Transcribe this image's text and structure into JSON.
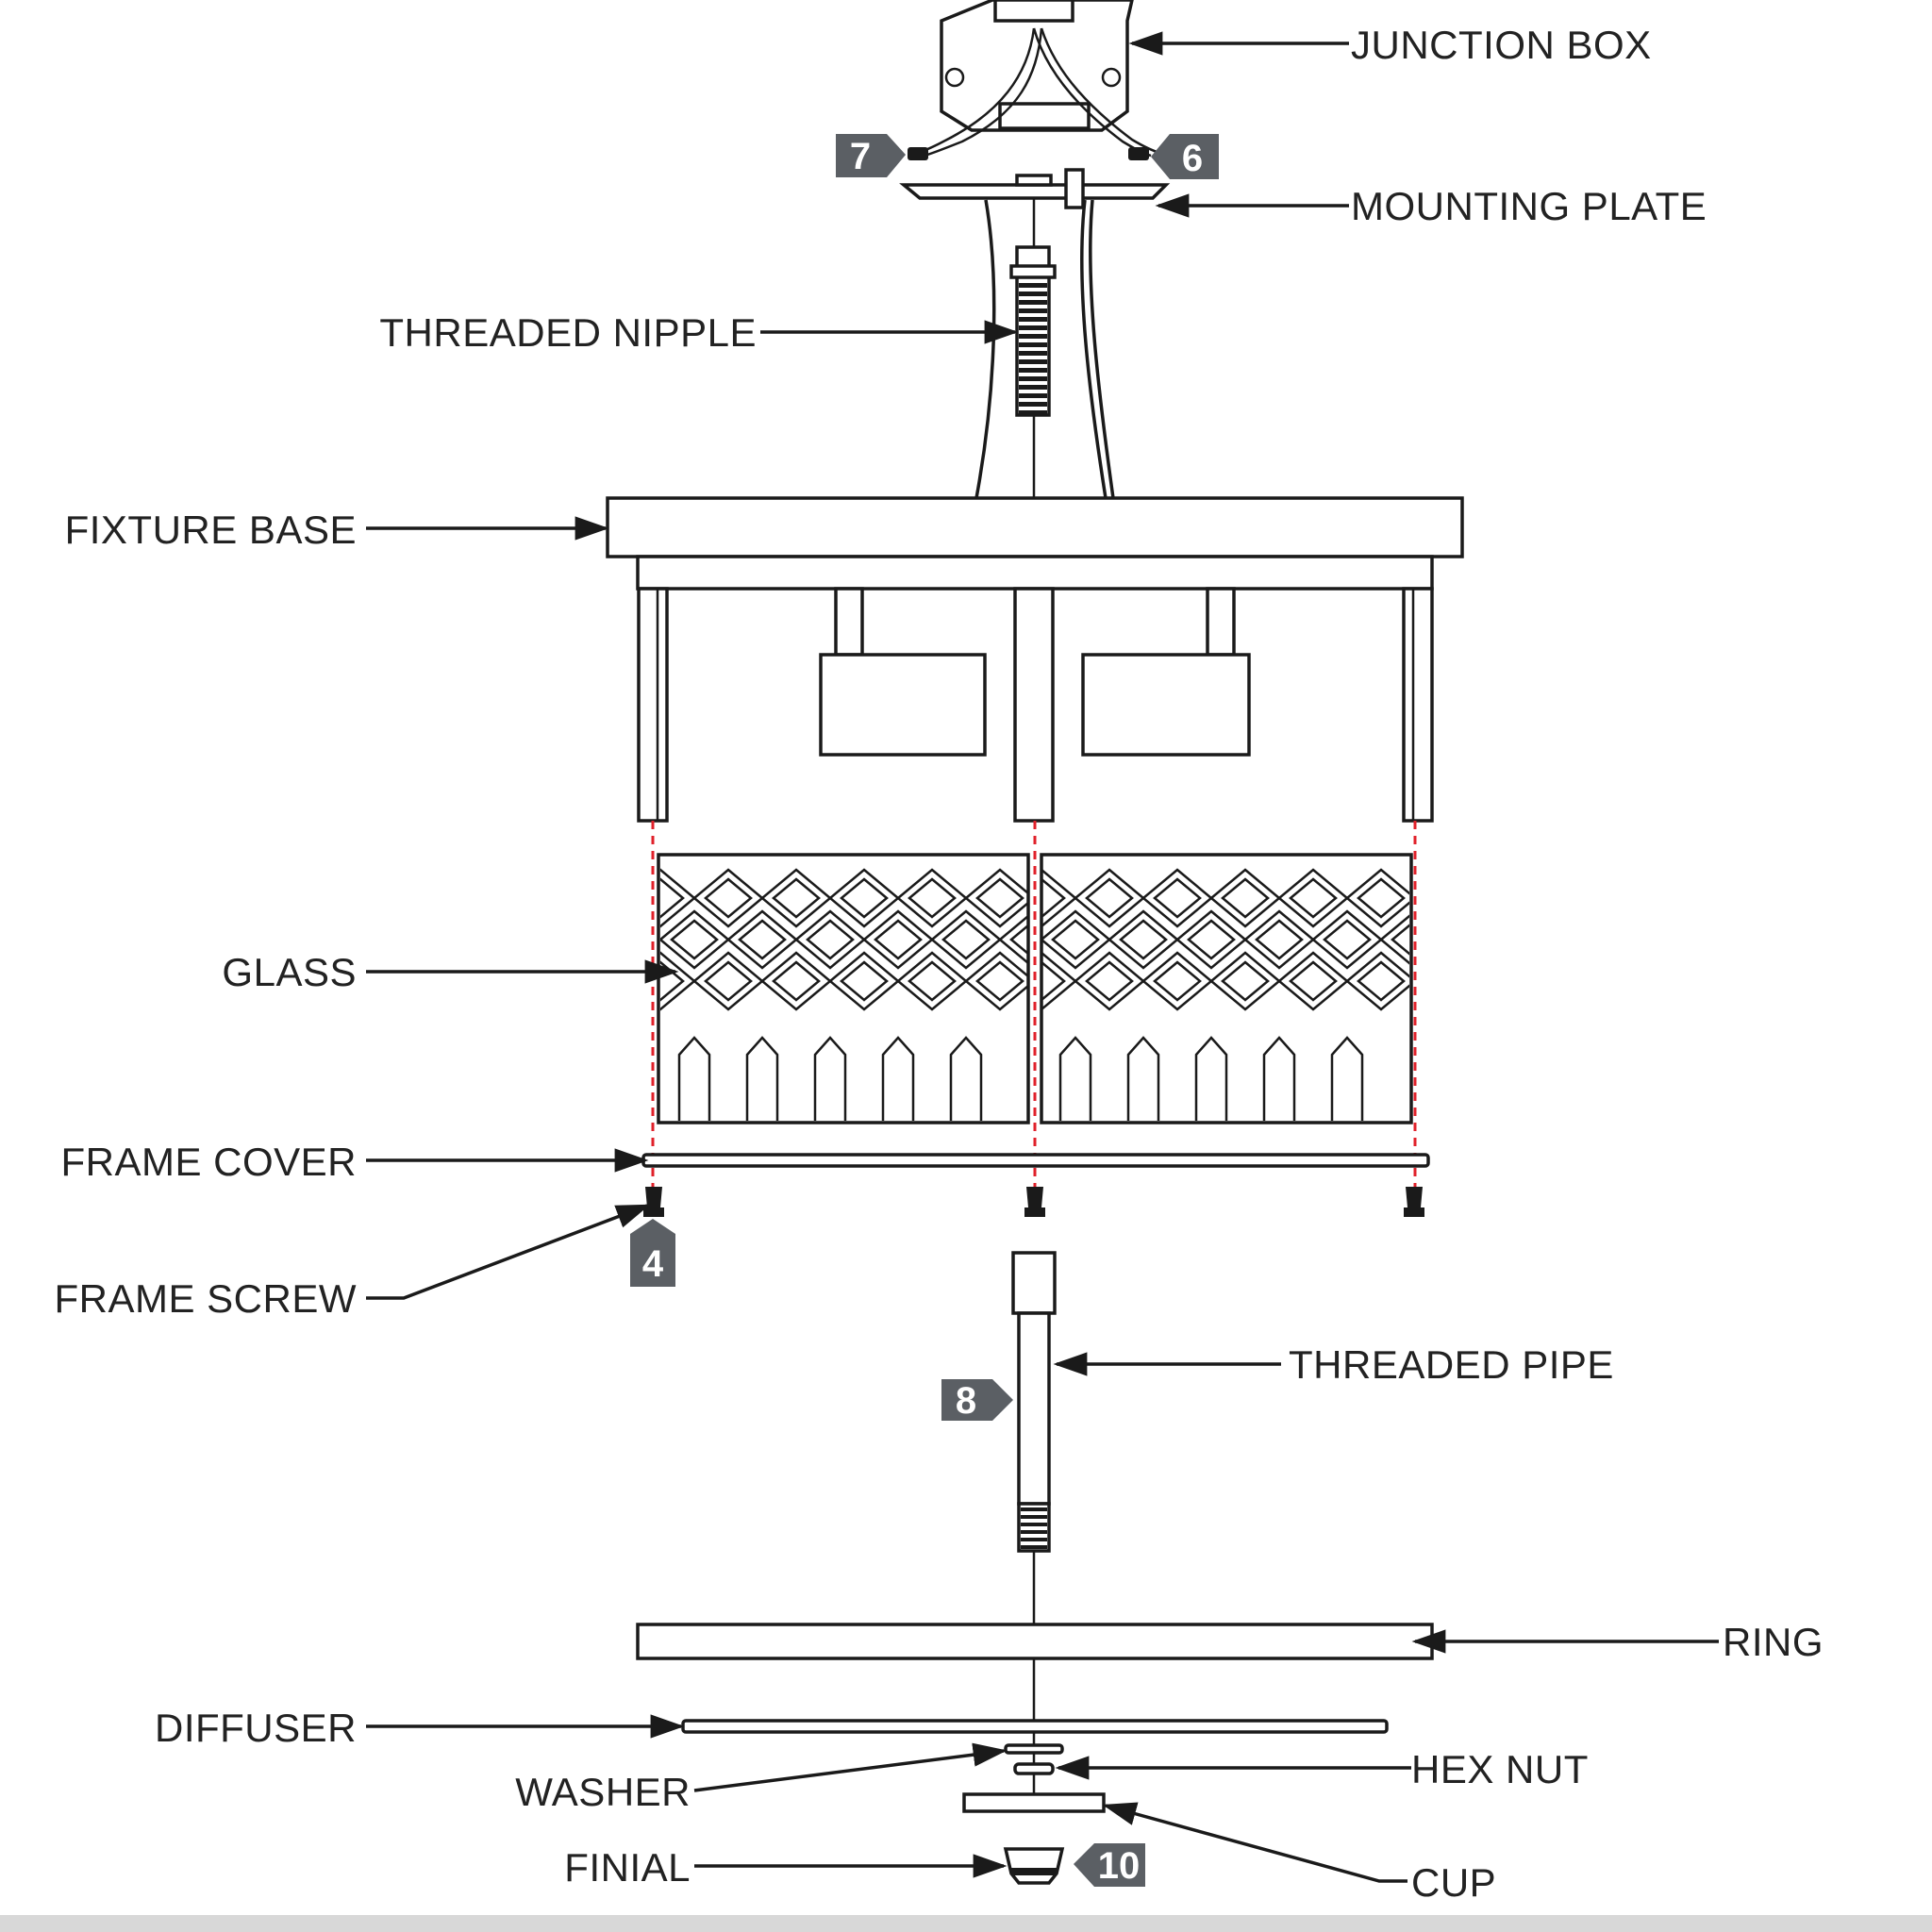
{
  "labels": {
    "junction_box": "JUNCTION BOX",
    "mounting_plate": "MOUNTING PLATE",
    "threaded_nipple": "THREADED NIPPLE",
    "fixture_base": "FIXTURE BASE",
    "glass": "GLASS",
    "frame_cover": "FRAME COVER",
    "frame_screw": "FRAME SCREW",
    "threaded_pipe": "THREADED PIPE",
    "ring": "RING",
    "diffuser": "DIFFUSER",
    "washer": "WASHER",
    "hex_nut": "HEX NUT",
    "finial": "FINIAL",
    "cup": "CUP"
  },
  "tags": {
    "t7": "7",
    "t6": "6",
    "t4": "4",
    "t8": "8",
    "t10": "10"
  },
  "colors": {
    "line": "#1a1a1a",
    "alignment_guide": "#e0202a",
    "tag_fill": "#5b5f64"
  }
}
